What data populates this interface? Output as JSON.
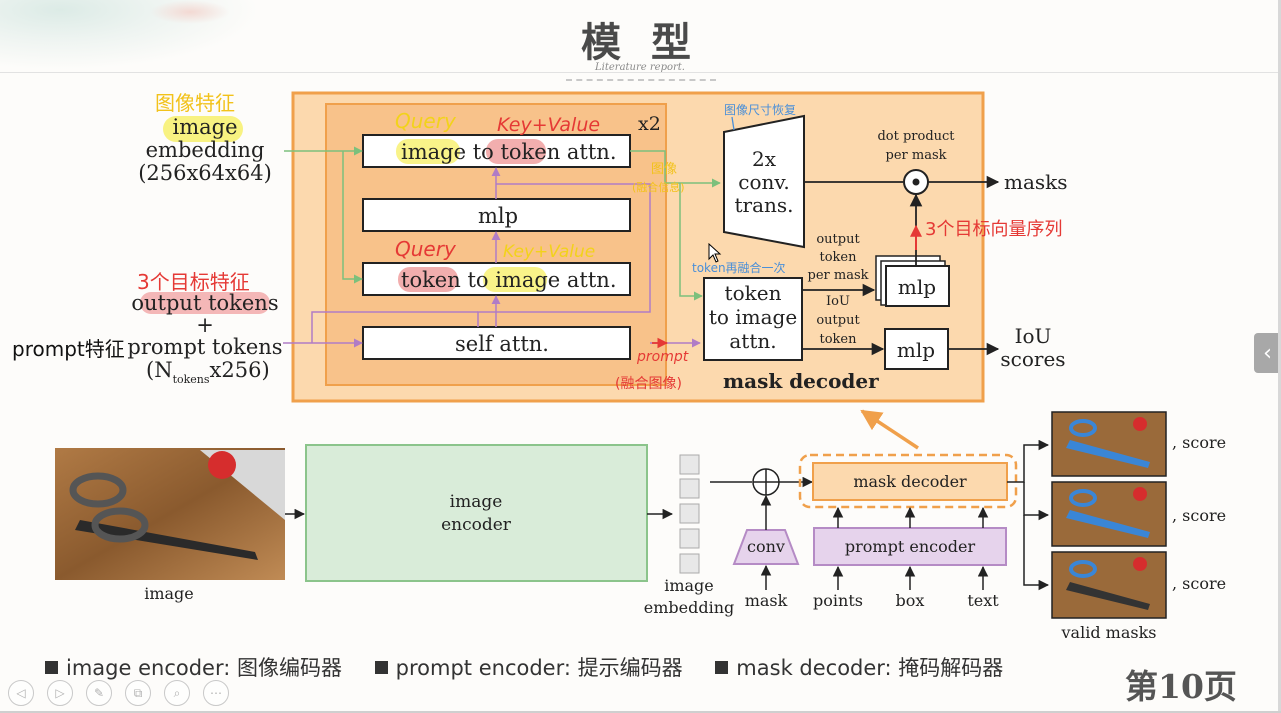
{
  "slide": {
    "title": "模 型",
    "subtitle": "Literature report.",
    "page_number": "第10页"
  },
  "decoder_detail": {
    "x2_label": "x2",
    "blocks": {
      "image_to_token": [
        "image",
        " to ",
        "token",
        " attn."
      ],
      "mlp_inner": "mlp",
      "token_to_image": [
        "token",
        " to ",
        "image",
        " attn."
      ],
      "self_attn": "self attn.",
      "conv_trans": [
        "2x",
        "conv.",
        "trans."
      ],
      "token_to_image_attn": [
        "token",
        "to image",
        "attn."
      ],
      "mlp_masks": "mlp",
      "mlp_iou": "mlp",
      "mask_decoder_label": "mask decoder"
    },
    "inputs": {
      "image_embedding": [
        "image",
        "embedding",
        "(256x64x64)"
      ],
      "output_tokens": "output tokens",
      "plus": "+",
      "prompt_tokens": "prompt tokens",
      "n_tokens": "(N",
      "n_tokens_sub": "tokens",
      "n_tokens_tail": "x256)"
    },
    "outputs": {
      "dot_product": [
        "dot product",
        "per mask"
      ],
      "masks": "masks",
      "output_token_per_mask": [
        "output",
        "token",
        "per mask"
      ],
      "iou_output_token": [
        "IoU",
        "output",
        "token"
      ],
      "iou_scores": [
        "IoU",
        "scores"
      ]
    },
    "annotations": {
      "image_feature": "图像特征",
      "target_features": "3个目标特征",
      "prompt_feature": "prompt特征",
      "query_1": "Query",
      "kv_1": "Key+Value",
      "query_2": "Query",
      "kv_2": "Key+Value",
      "upsample": "图像尺寸恢复",
      "image_note": [
        "图像",
        "(融合信息)"
      ],
      "token_fuse": "token再融合一次",
      "prompt_note": "prompt",
      "fuse_image": "(融合图像)",
      "target_vector": "3个目标向量序列"
    }
  },
  "pipeline": {
    "image_label": "image",
    "image_encoder": [
      "image",
      "encoder"
    ],
    "image_embedding": [
      "image",
      "embedding"
    ],
    "conv": "conv",
    "mask": "mask",
    "mask_decoder": "mask decoder",
    "prompt_encoder": "prompt encoder",
    "points": "points",
    "box": "box",
    "text": "text",
    "score_label": ", score",
    "valid_masks": "valid masks"
  },
  "legend": {
    "items": [
      "image encoder: 图像编码器",
      "prompt encoder: 提示编码器",
      "mask decoder: 掩码解码器"
    ]
  },
  "colors": {
    "orange_outer": "#fcd9ae",
    "orange_border": "#f0a04b",
    "orange_inner": "#f8c28a",
    "green_box": "#d9ecd9",
    "green_border": "#8bc48b",
    "purple_box": "#e6d3ec",
    "purple_border": "#b58bc5",
    "yellow_highlight": "#f7f06b",
    "red_highlight": "#ef9a9a",
    "annotation_red": "#e53935",
    "annotation_yellow": "#f2d21b",
    "annotation_blue": "#4a8fd8",
    "arrow_green": "#7cc07c",
    "arrow_purple": "#b07cc6"
  },
  "toolbar": {
    "icons": [
      "prev-icon",
      "next-icon",
      "pen-icon",
      "copy-icon",
      "zoom-icon",
      "more-icon"
    ]
  }
}
